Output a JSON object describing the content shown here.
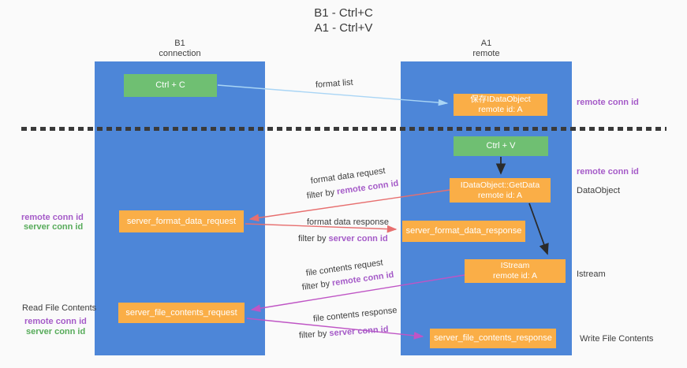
{
  "title": {
    "line1": "B1 - Ctrl+C",
    "line2": "A1 - Ctrl+V"
  },
  "columns": {
    "left": {
      "name": "B1",
      "subtitle": "connection"
    },
    "right": {
      "name": "A1",
      "subtitle": "remote"
    }
  },
  "nodes": {
    "ctrl_c": "Ctrl + C",
    "save_dataobject": {
      "line1": "保存IDataObject",
      "line2": "remote id: A"
    },
    "ctrl_v": "Ctrl + V",
    "getdata": {
      "line1": "IDataObject::GetData",
      "line2": "remote id: A"
    },
    "format_request": "server_format_data_request",
    "format_response": "server_format_data_response",
    "istream": {
      "line1": "IStream",
      "line2": "remote id: A"
    },
    "file_request": "server_file_contents_request",
    "file_response": "server_file_contents_response"
  },
  "arrow_labels": {
    "format_list": "format list",
    "format_data_request": "format data request",
    "format_data_response": "format data response",
    "file_contents_request": "file contents request",
    "file_contents_response": "file contents response",
    "filter_by": "filter by ",
    "remote_conn_id": "remote conn id",
    "server_conn_id": "server conn id"
  },
  "side_labels": {
    "right_remote_conn_id_top": "remote conn id",
    "right_remote_conn_id_mid": "remote conn id",
    "right_dataobject": "DataObject",
    "right_istream": "Istream",
    "right_write_file_contents": "Write File Contents",
    "left_remote_conn_id_1": "remote conn id",
    "left_server_conn_id_1": "server conn id",
    "left_read_file_contents": "Read File Contents",
    "left_remote_conn_id_2": "remote conn id",
    "left_server_conn_id_2": "server conn id"
  },
  "colors": {
    "background": "#fafafa",
    "column_blue": "#4d86d8",
    "box_green": "#6fbf72",
    "box_orange": "#faae47",
    "arrow_light_blue": "#a9d5f5",
    "arrow_red": "#e76f6f",
    "arrow_magenta": "#bf55c5",
    "arrow_black": "#2b2b2b",
    "text_purple": "#a55bc8",
    "text_green": "#57ab5a",
    "text_dark": "#3b3b3b"
  }
}
